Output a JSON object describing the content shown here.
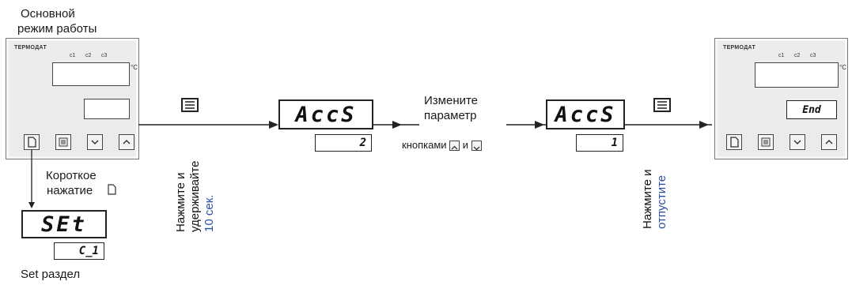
{
  "main_mode": {
    "line1": "Основной",
    "line2": "режим работы"
  },
  "device": {
    "brand": "ТЕРМОДАТ",
    "channels": [
      "c1",
      "c2",
      "c3"
    ],
    "degree": "°C",
    "end_display": "End"
  },
  "short_press": {
    "line1": "Короткое",
    "line2": "нажатие"
  },
  "set_display": {
    "top": "SEt",
    "bottom": "C_1"
  },
  "set_section": "Set раздел",
  "hold": {
    "line1": "Нажмите и",
    "line2": "удерживайте",
    "line3": "10 сек."
  },
  "access_display_1": {
    "top": "AccS",
    "bottom": "2"
  },
  "change_param": {
    "line1": "Измените",
    "line2": "параметр",
    "with_buttons": "кнопками",
    "and": "и"
  },
  "access_display_2": {
    "top": "AccS",
    "bottom": "1"
  },
  "release": {
    "line1": "Нажмите и",
    "line2": "отпустите"
  }
}
